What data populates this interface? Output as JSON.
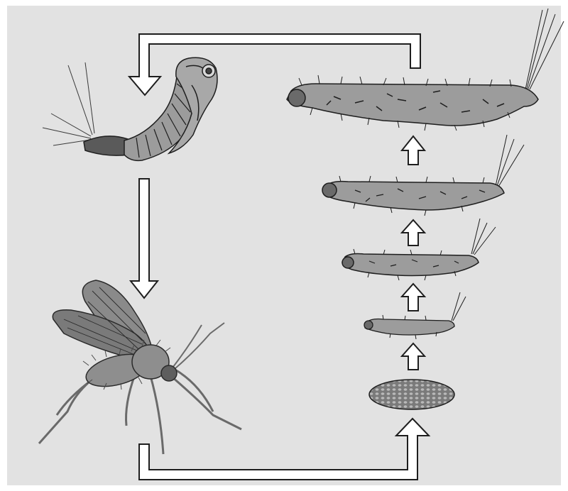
{
  "diagram": {
    "stages": [
      {
        "id": "pupa",
        "icon": "pupa-icon"
      },
      {
        "id": "adult",
        "icon": "sand-fly-adult-icon"
      },
      {
        "id": "egg",
        "icon": "egg-icon"
      },
      {
        "id": "larva-1",
        "icon": "larva-instar-1-icon"
      },
      {
        "id": "larva-2",
        "icon": "larva-instar-2-icon"
      },
      {
        "id": "larva-3",
        "icon": "larva-instar-3-icon"
      },
      {
        "id": "larva-4",
        "icon": "larva-instar-4-icon"
      }
    ],
    "colors": {
      "background": "#e2e2e2",
      "body_fill": "#9c9c9c",
      "outline": "#1e1e1e",
      "arrow_fill": "#ffffff"
    }
  }
}
